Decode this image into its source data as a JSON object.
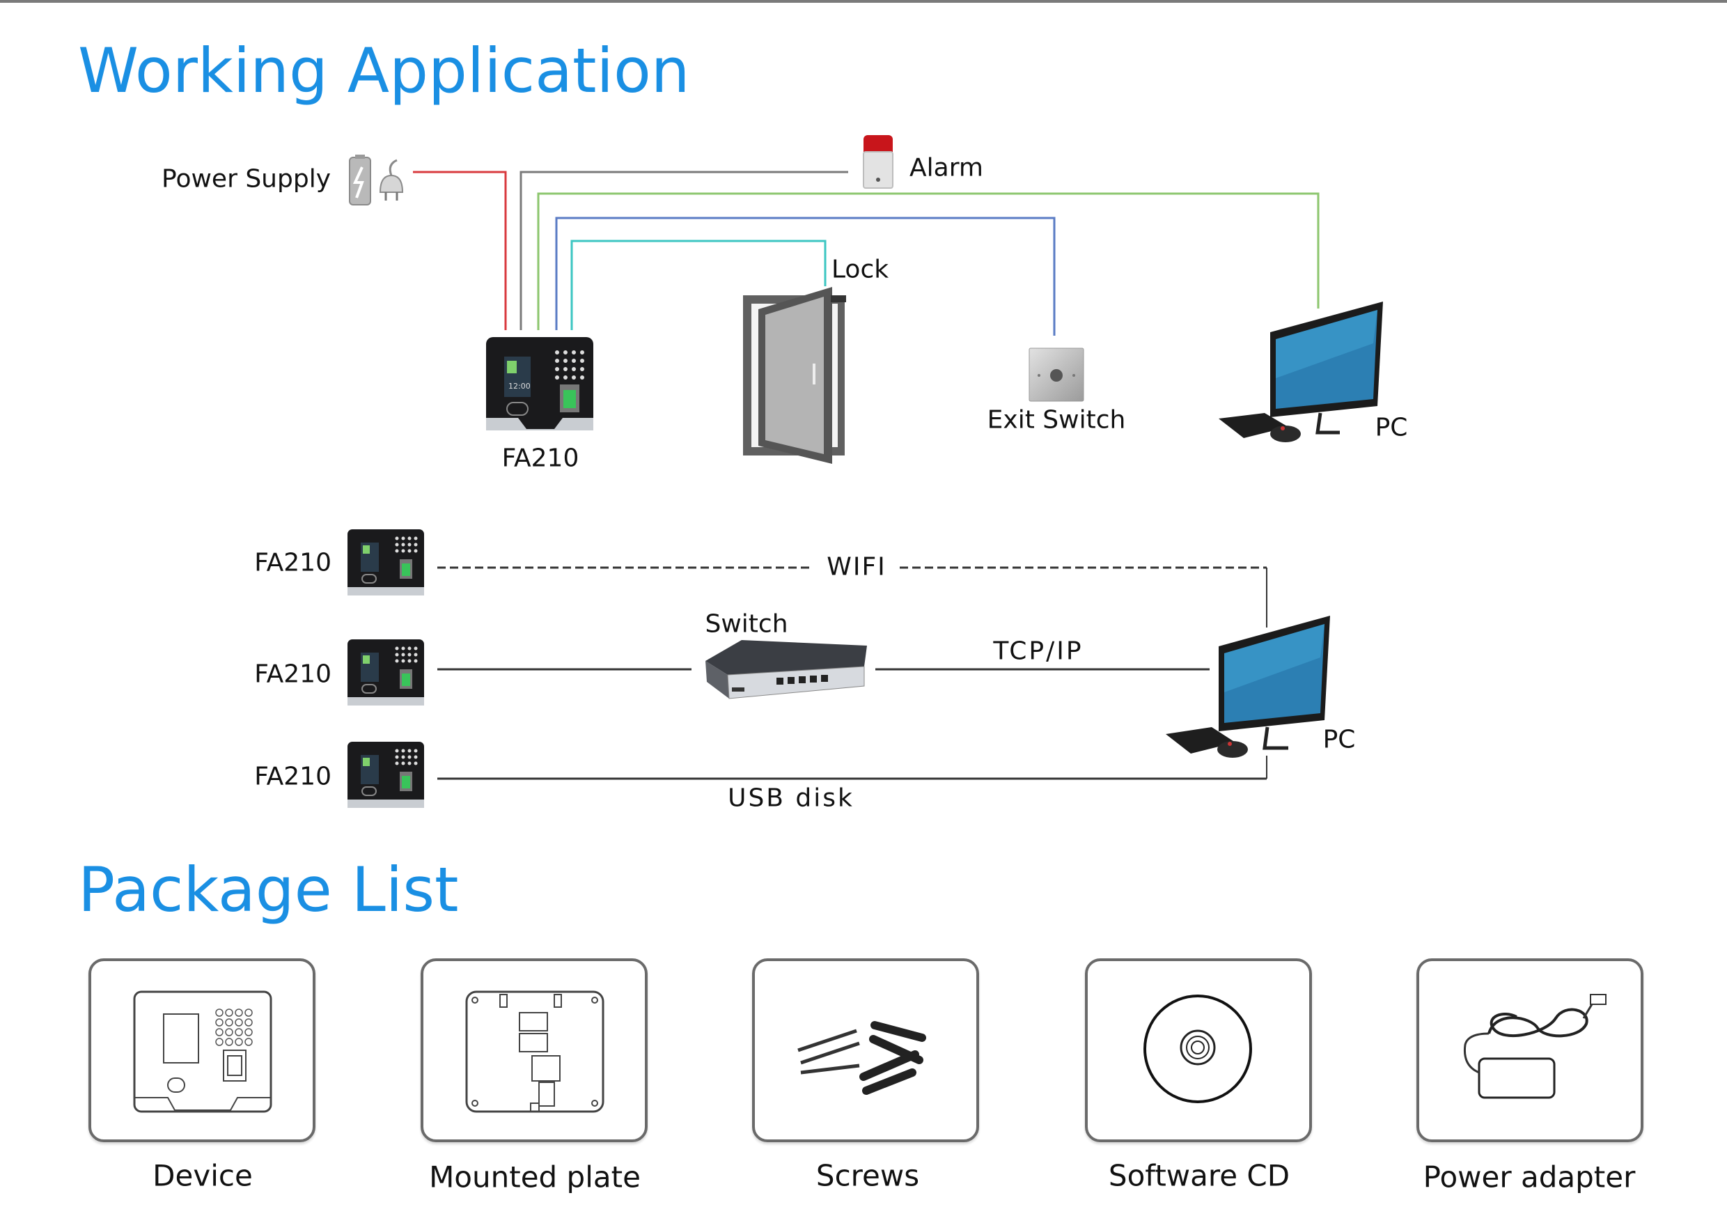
{
  "sections": {
    "working_title": "Working Application",
    "package_title": "Package List"
  },
  "colors": {
    "title_blue": "#1a8fe3",
    "wire_power": "#d9393e",
    "wire_alarm": "#7a7a7a",
    "wire_pc": "#8cc66e",
    "wire_exit": "#5a7bc4",
    "wire_lock": "#3cc6c2"
  },
  "wiring": {
    "power_supply": "Power Supply",
    "alarm": "Alarm",
    "lock": "Lock",
    "exit_switch": "Exit Switch",
    "device": "FA210",
    "pc": "PC",
    "icons": [
      "power-supply-icon",
      "alarm-siren-icon",
      "door-icon",
      "exit-switch-icon",
      "pc-icon",
      "device-icon"
    ]
  },
  "network": {
    "devices": [
      {
        "label": "FA210",
        "link": "WIFI",
        "style": "dashed"
      },
      {
        "label": "FA210",
        "link": "TCP/IP",
        "style": "solid"
      },
      {
        "label": "FA210",
        "link": "USB disk",
        "style": "solid"
      }
    ],
    "switch_label": "Switch",
    "wifi_label": "WIFI",
    "tcpip_label": "TCP/IP",
    "usb_label": "USB disk",
    "pc_label": "PC"
  },
  "package": {
    "items": [
      {
        "label": "Device",
        "icon": "device-outline-icon"
      },
      {
        "label": "Mounted plate",
        "icon": "mounted-plate-icon"
      },
      {
        "label": "Screws",
        "icon": "screws-icon"
      },
      {
        "label": "Software CD",
        "icon": "cd-icon"
      },
      {
        "label": "Power adapter",
        "icon": "power-adapter-icon"
      }
    ]
  }
}
